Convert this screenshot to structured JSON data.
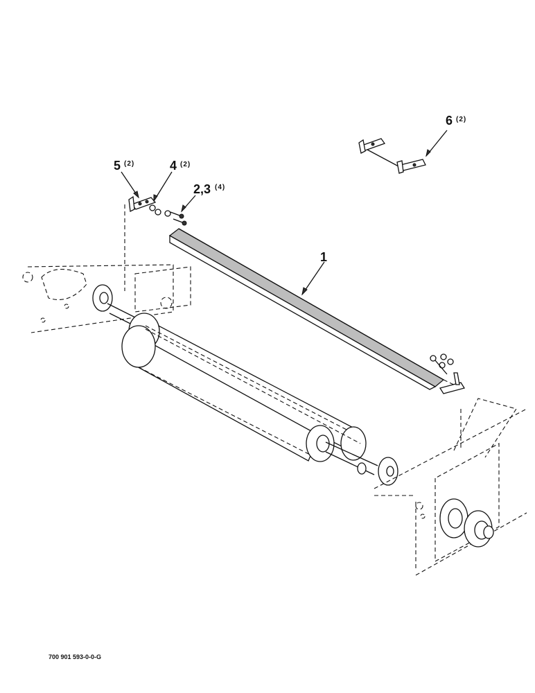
{
  "callouts": {
    "c1": {
      "num": "1",
      "qty": ""
    },
    "c5": {
      "num": "5",
      "qty": "(2)"
    },
    "c4": {
      "num": "4",
      "qty": "(2)"
    },
    "c23": {
      "num": "2,3",
      "qty": "(4)"
    },
    "c6": {
      "num": "6",
      "qty": "(2)"
    }
  },
  "document_id": "700 901 593-0-0-G"
}
